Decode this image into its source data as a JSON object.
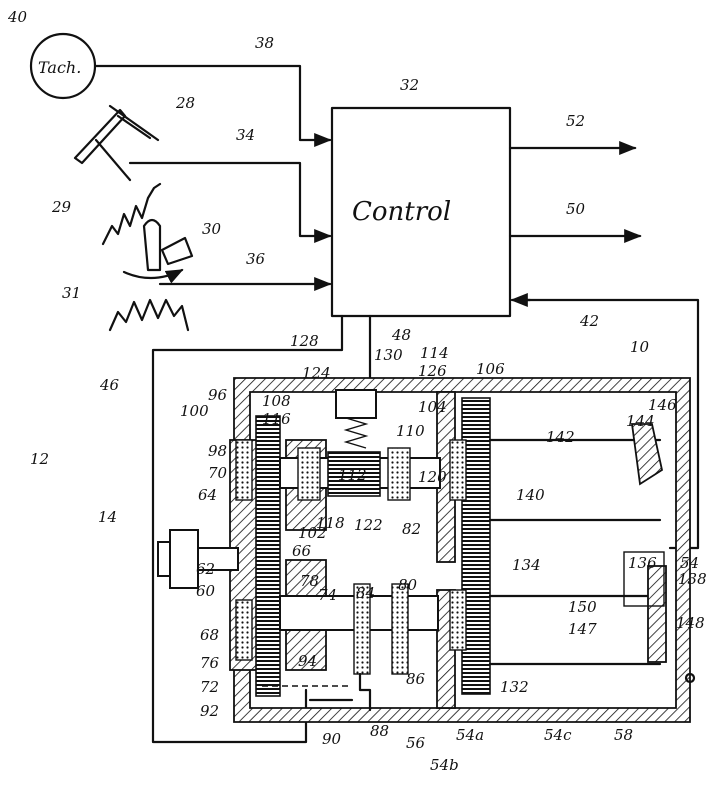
{
  "control_box": {
    "label": "Control"
  },
  "tach": {
    "label": "Tach."
  },
  "ref_numerals": {
    "n40": "40",
    "n38": "38",
    "n32": "32",
    "n52": "52",
    "n28": "28",
    "n34": "34",
    "n29": "29",
    "n50": "50",
    "n30": "30",
    "n36": "36",
    "n31": "31",
    "n42": "42",
    "n128": "128",
    "n48": "48",
    "n114": "114",
    "n130": "130",
    "n126": "126",
    "n106": "106",
    "n10": "10",
    "n46": "46",
    "n124": "124",
    "n96": "96",
    "n108": "108",
    "n104": "104",
    "n142": "142",
    "n146": "146",
    "n100": "100",
    "n116": "116",
    "n110": "110",
    "n144": "144",
    "n12": "12",
    "n98": "98",
    "n112": "112",
    "n120": "120",
    "n70": "70",
    "n140": "140",
    "n118": "118",
    "n122": "122",
    "n82": "82",
    "n64": "64",
    "n14": "14",
    "n102": "102",
    "n66": "66",
    "n54": "54",
    "n134": "134",
    "n136": "136",
    "n62": "62",
    "n138": "138",
    "n78": "78",
    "n84": "84",
    "n80": "80",
    "n60": "60",
    "n74": "74",
    "n150": "150",
    "n147": "147",
    "n148": "148",
    "n68": "68",
    "n76": "76",
    "n94": "94",
    "n86": "86",
    "n72": "72",
    "n132": "132",
    "n92": "92",
    "n90": "90",
    "n88": "88",
    "n56": "56",
    "n54a": "54a",
    "n54c": "54c",
    "n58": "58",
    "n54b": "54b"
  }
}
